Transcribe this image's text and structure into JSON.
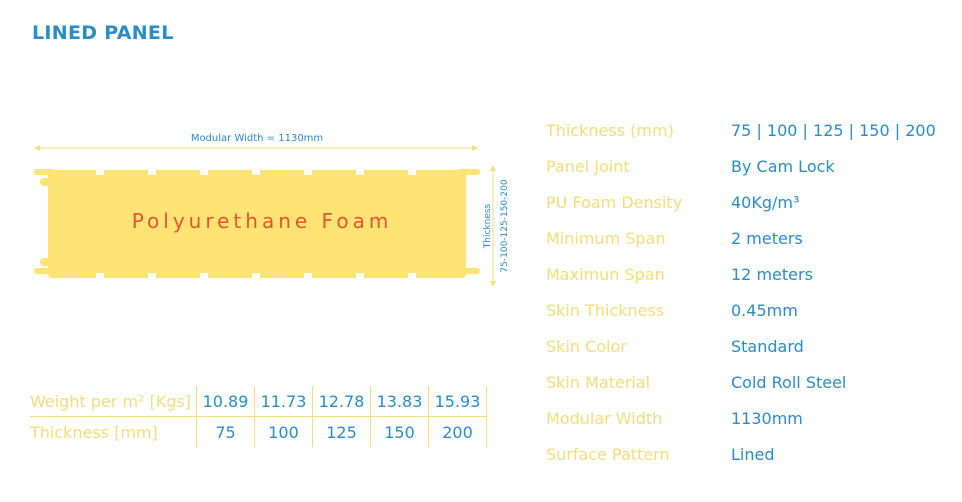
{
  "page": {
    "title": "LINED PANEL"
  },
  "diagram": {
    "modular_width_label": "Modular Width = 1130mm",
    "foam_label": "Polyurethane Foam",
    "thickness_label": "Thickness",
    "thickness_values": "75-100-125-150-200"
  },
  "specs": [
    {
      "label": "Thickness (mm)",
      "value": "75 | 100 | 125 | 150 | 200"
    },
    {
      "label": "Panel Joint",
      "value": "By Cam Lock"
    },
    {
      "label": "PU Foam Density",
      "value": "40Kg/m³"
    },
    {
      "label": "Minimum Span",
      "value": "2 meters"
    },
    {
      "label": "Maximun Span",
      "value": "12 meters"
    },
    {
      "label": "Skin Thickness",
      "value": "0.45mm"
    },
    {
      "label": "Skin Color",
      "value": "Standard"
    },
    {
      "label": "Skin Material",
      "value": "Cold Roll Steel"
    },
    {
      "label": "Modular Width",
      "value": "1130mm"
    },
    {
      "label": "Surface Pattern",
      "value": "Lined"
    }
  ],
  "weight_table": {
    "rows": [
      {
        "label": "Weight per m² [Kgs]",
        "values": [
          "10.89",
          "11.73",
          "12.78",
          "13.83",
          "15.93"
        ]
      },
      {
        "label": "Thickness [mm]",
        "values": [
          "75",
          "100",
          "125",
          "150",
          "200"
        ]
      }
    ]
  },
  "colors": {
    "accent_blue": "#2a8cc6",
    "label_yellow": "#f5dc7a",
    "panel_yellow": "#fde475",
    "foam_text": "#e8542e"
  }
}
